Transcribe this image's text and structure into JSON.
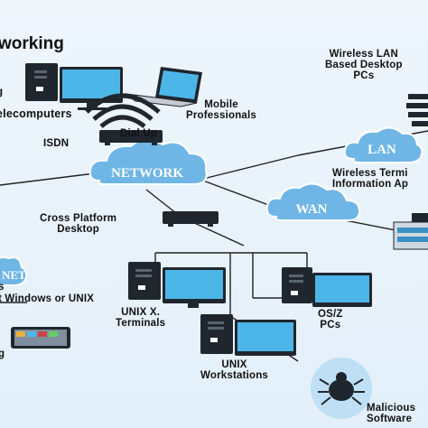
{
  "title": "working",
  "colors": {
    "line": "#222222",
    "cloud": "#6fb6e6",
    "cloud_text": "#ffffff",
    "screen": "#4db6e8",
    "case": "#20262d"
  },
  "clouds": {
    "network": "NETWORK",
    "lan": "LAN",
    "wan": "WAN",
    "internet": "NET"
  },
  "labels": {
    "isdn": "ISDN",
    "dial_up": "Dial Up",
    "telecomputers": "elecomputers",
    "partial_left": "g",
    "mobile": [
      "Mobile",
      "Professionals"
    ],
    "wireless_lan": [
      "Wireless LAN",
      "Based Desktop",
      "PCs"
    ],
    "wireless_term": [
      "Wireless Termi",
      "Information Ap"
    ],
    "cross_platform": [
      "Cross Platform",
      "Desktop"
    ],
    "windows_unix": "t Windows or UNIX",
    "left_s": "s",
    "unix_x": [
      "UNIX X.",
      "Terminals"
    ],
    "osz": [
      "OS/Z",
      "PCs"
    ],
    "unix_ws": [
      "UNIX",
      "Workstations"
    ],
    "malicious": [
      "Malicious",
      "Software"
    ],
    "left_bottom": "g"
  },
  "icons": [
    "desktop-pc-icon",
    "laptop-icon",
    "router-icon",
    "wireless-signal-icon",
    "server-building-icon",
    "tablet-icon",
    "virus-icon",
    "printer-icon"
  ]
}
